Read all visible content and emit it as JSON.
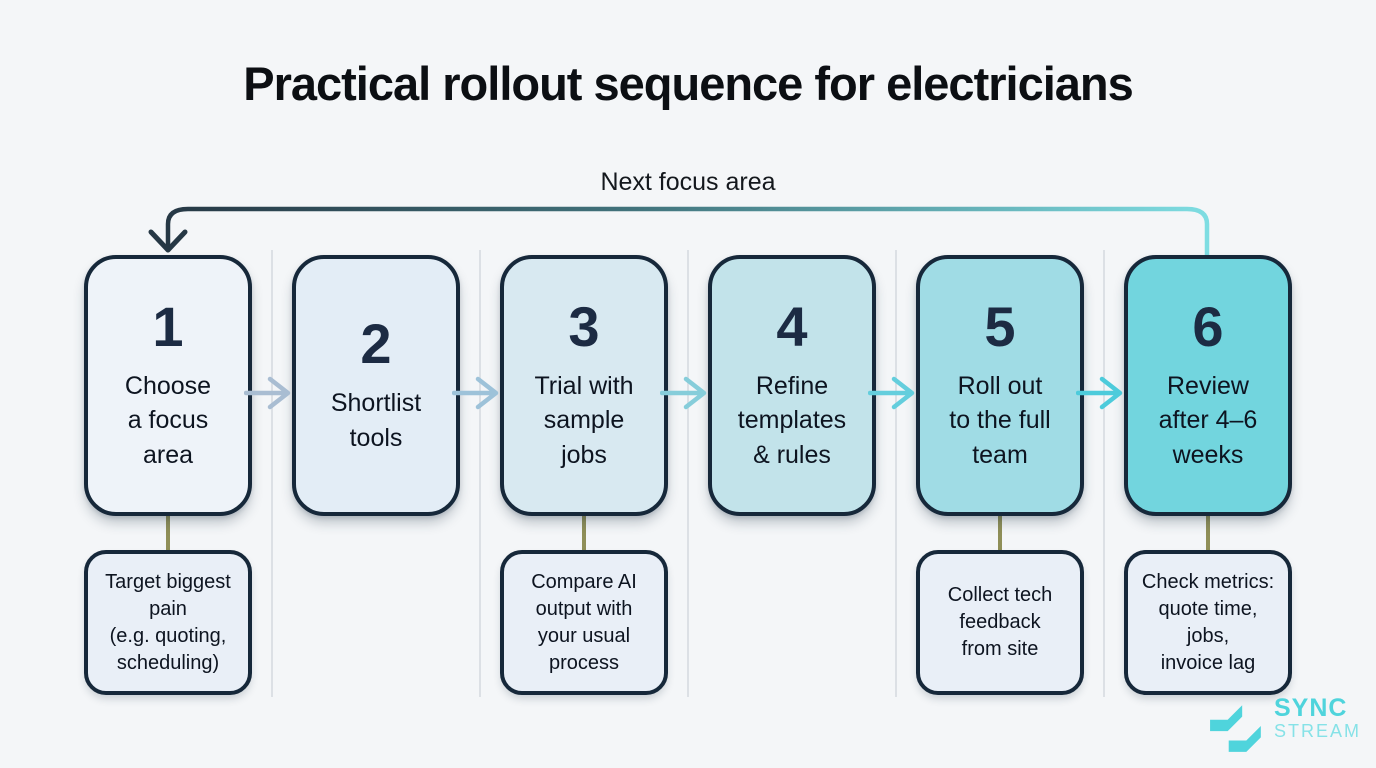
{
  "title": "Practical rollout sequence for electricians",
  "loop": {
    "label": "Next focus area"
  },
  "steps": [
    {
      "number": "1",
      "label": "Choose\na focus\narea",
      "note": "Target biggest\npain\n(e.g. quoting,\nscheduling)",
      "fill": "#eef3f9"
    },
    {
      "number": "2",
      "label": "Shortlist\ntools",
      "fill": "#e3edf6"
    },
    {
      "number": "3",
      "label": "Trial with\nsample\njobs",
      "note": "Compare AI\noutput with\nyour usual\nprocess",
      "fill": "#d8e9f1"
    },
    {
      "number": "4",
      "label": "Refine\ntemplates\n& rules",
      "fill": "#c2e3ea"
    },
    {
      "number": "5",
      "label": "Roll out\nto the full\nteam",
      "note": "Collect tech\nfeedback\nfrom site",
      "fill": "#a0dce5"
    },
    {
      "number": "6",
      "label": "Review\nafter 4–6\nweeks",
      "note": "Check metrics:\nquote time,\njobs,\ninvoice lag",
      "fill": "#72d5de"
    }
  ],
  "arrow_colors": [
    "#a9bdd2",
    "#9dc2d9",
    "#86cdda",
    "#64cedd",
    "#4dcbdb"
  ],
  "colors": {
    "loop_start": "#263845",
    "loop_mid": "#41737c",
    "loop_end": "#7edde2",
    "box_border": "#16283a",
    "stem": "#8f8f58"
  },
  "logo": {
    "name": "SYNC",
    "sub": "STREAM",
    "color": "#4fd4dc",
    "sub_color": "#86e2e7"
  }
}
